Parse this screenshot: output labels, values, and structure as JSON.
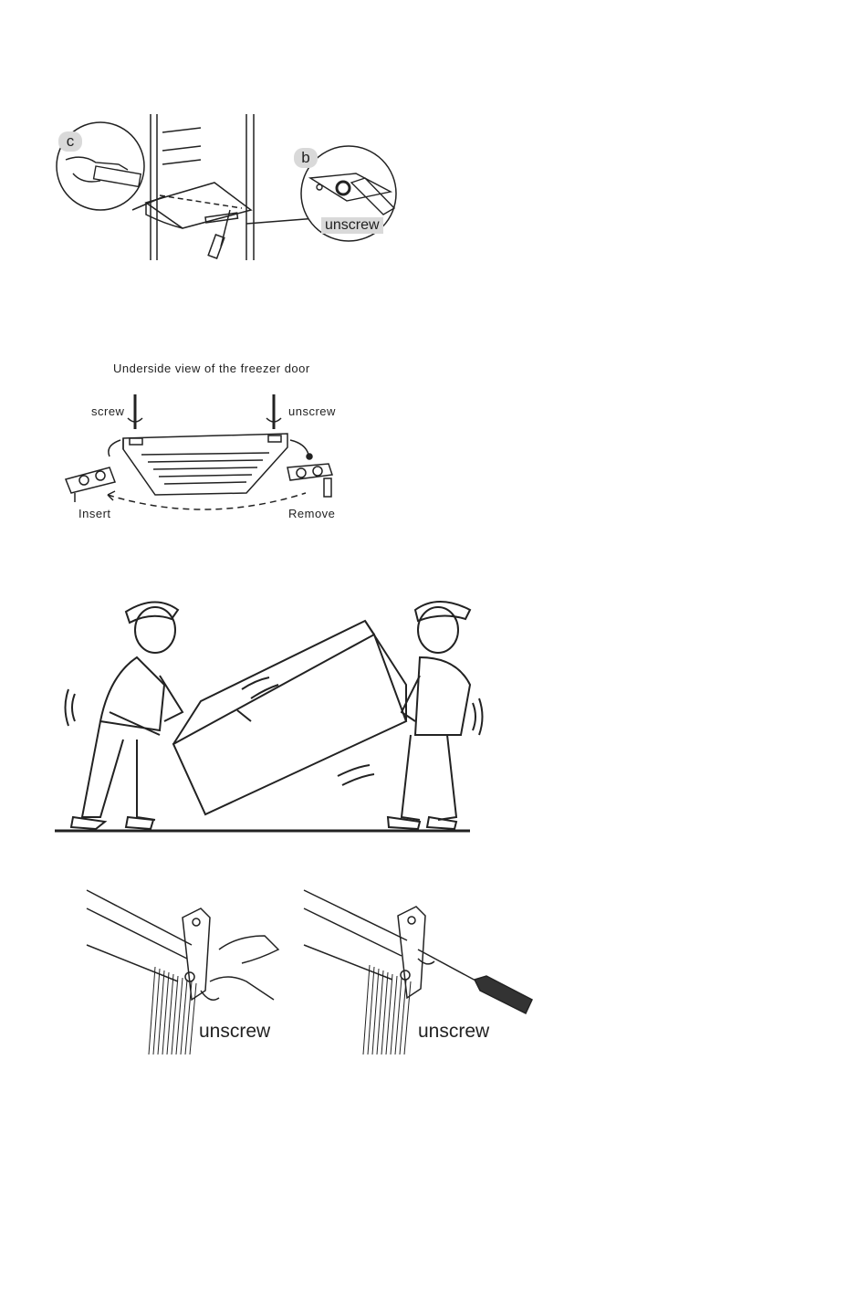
{
  "figure1": {
    "callout_c": "c",
    "callout_b": "b",
    "unscrew": "unscrew"
  },
  "figure2": {
    "caption": "Underside view of the freezer door",
    "screw": "screw",
    "unscrew": "unscrew",
    "insert": "Insert",
    "remove": "Remove"
  },
  "figure4": {
    "left_unscrew": "unscrew",
    "right_unscrew": "unscrew"
  }
}
